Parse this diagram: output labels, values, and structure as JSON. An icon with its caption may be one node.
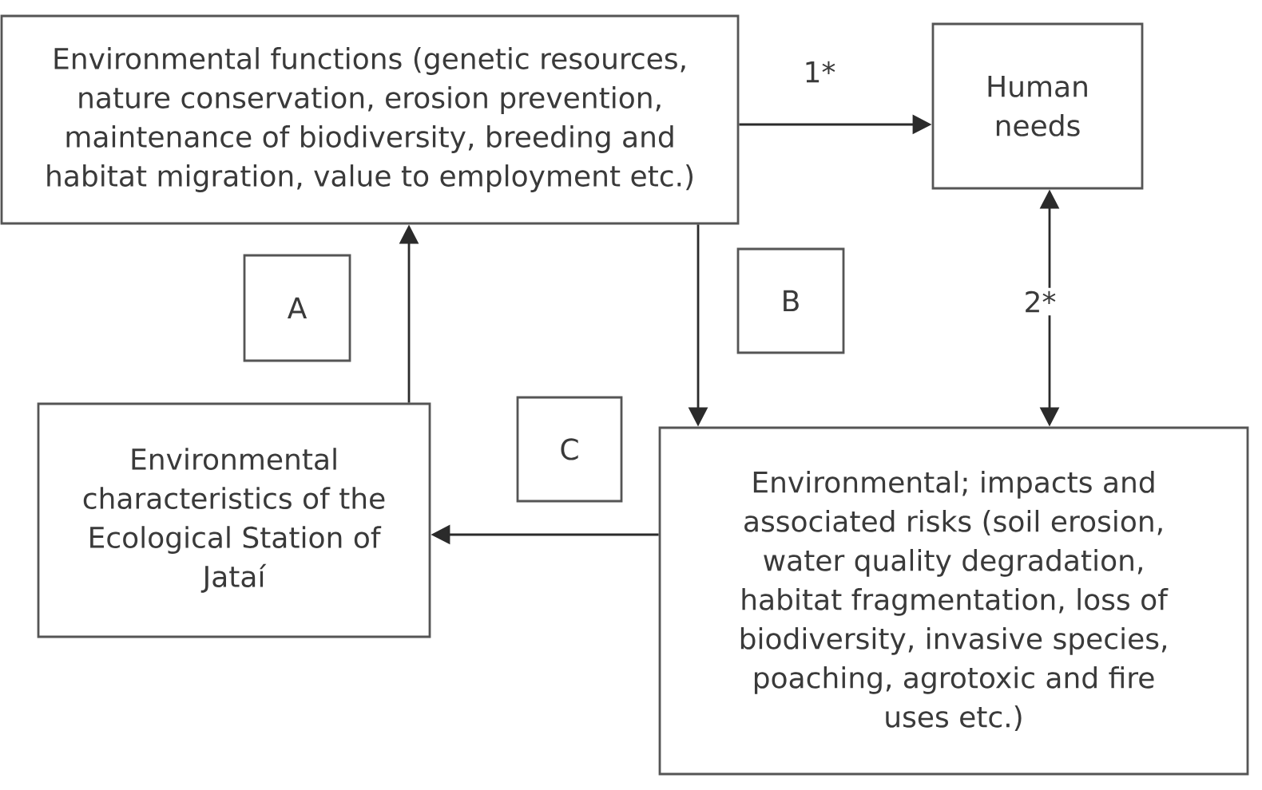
{
  "diagram": {
    "nodes": [
      {
        "text": [
          "Environmental functions (genetic resources, nature conservation, erosion prevention, maintenance of biodiversity, breeding and habitat migration, value to employment etc.)"
        ]
      },
      {
        "text": [
          "Human needs"
        ]
      },
      {
        "text": [
          "A"
        ]
      },
      {
        "text": [
          "B"
        ]
      },
      {
        "text": [
          "C"
        ]
      },
      {
        "text": [
          "Environmental characteristics of the Ecological Station of Jataí"
        ]
      },
      {
        "text": [
          "Environmental; impacts and associated risks (soil erosion, water quality degradation, habitat fragmentation, loss of biodiversity, invasive species, poaching, agrotoxic and fire uses etc.)"
        ]
      }
    ],
    "edges": [
      {
        "from": 0,
        "to": 1,
        "arrow": "to",
        "label": "1*"
      },
      {
        "from": 0,
        "to": 6,
        "arrow": "to"
      },
      {
        "from": 1,
        "to": 6,
        "arrow": "both",
        "label": "2*"
      },
      {
        "from": 5,
        "to": 0,
        "arrow": "to"
      },
      {
        "from": 6,
        "to": 5,
        "arrow": "to"
      }
    ]
  }
}
